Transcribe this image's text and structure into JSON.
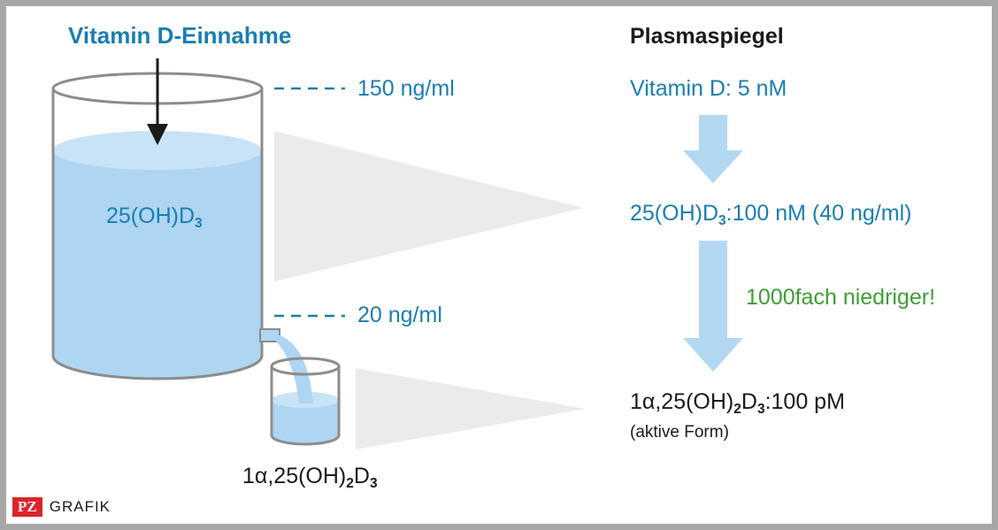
{
  "diagram": {
    "intake_label": "Vitamin D-Einnahme",
    "tank_label": {
      "main": "25(OH)D",
      "sub": "3"
    },
    "upper_level": "150 ng/ml",
    "lower_level": "20 ng/ml",
    "cup_label": {
      "prefix": "1α,25(OH)",
      "sub1": "2",
      "mid": "D",
      "sub2": "3"
    }
  },
  "plasma": {
    "heading": "Plasmaspiegel",
    "vitamin_d": "Vitamin D: 5 nM",
    "hydroxy": {
      "main": "25(OH)D",
      "sub": "3",
      "rest": ":100 nM (40 ng/ml)"
    },
    "factor_note": "1000fach niedriger!",
    "active": {
      "prefix": "1α,25(OH)",
      "sub1": "2",
      "mid": "D",
      "sub2": "3",
      "rest": ":100 pM"
    },
    "active_note": "(aktive Form)"
  },
  "branding": {
    "logo_box": "PZ",
    "logo_text": "GRAFIK"
  },
  "colors": {
    "water": "#aed5f2",
    "water_top": "#c8e3f6",
    "accent_blue": "#1a7eaf",
    "arrow_blue": "#b3d8f1",
    "green": "#3f9d36",
    "outline": "#8c8c8c",
    "funnel": "#ebebeb",
    "logo_red": "#d8262a"
  }
}
